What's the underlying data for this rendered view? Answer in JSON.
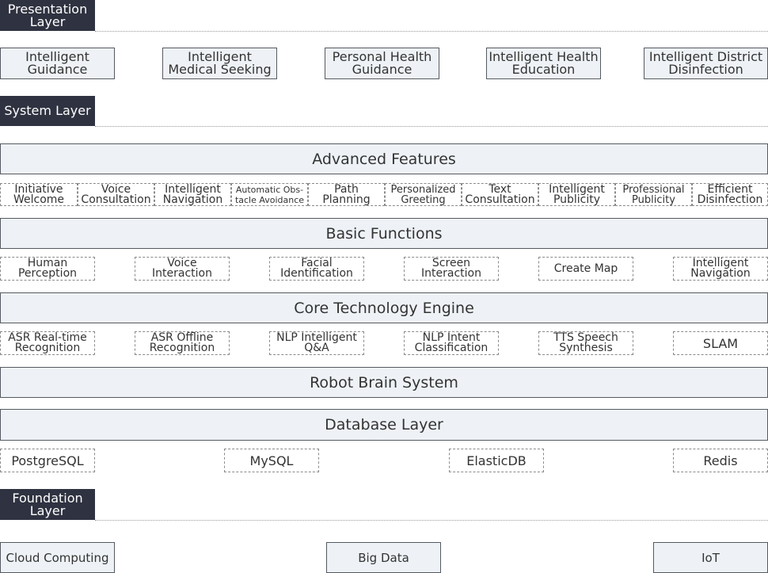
{
  "presentation": {
    "label": "Presentation\nLayer",
    "items": [
      "Intelligent\nGuidance",
      "Intelligent\nMedical Seeking",
      "Personal Health\nGuidance",
      "Intelligent Health\nEducation",
      "Intelligent District\nDisinfection"
    ]
  },
  "system": {
    "label": "System Layer",
    "advanced_features": {
      "title": "Advanced Features",
      "items": [
        "Initiative\nWelcome",
        "Voice\nConsultation",
        "Intelligent\nNavigation",
        "Automatic Obs-\ntacle Avoidance",
        "Path\nPlanning",
        "Personalized\nGreeting",
        "Text\nConsultation",
        "Intelligent\nPublicity",
        "Professional\nPublicity",
        "Efficient\nDisinfection"
      ]
    },
    "basic_functions": {
      "title": "Basic Functions",
      "items": [
        "Human\nPerception",
        "Voice\nInteraction",
        "Facial\nIdentification",
        "Screen\nInteraction",
        "Create Map",
        "Intelligent\nNavigation"
      ]
    },
    "core_engine": {
      "title": "Core Technology Engine",
      "items": [
        "ASR Real-time\nRecognition",
        "ASR Offline\nRecognition",
        "NLP Intelligent\nQ&A",
        "NLP Intent\nClassification",
        "TTS Speech\nSynthesis",
        "SLAM"
      ]
    },
    "robot_brain": {
      "title": "Robot Brain System"
    },
    "database": {
      "title": "Database Layer",
      "items": [
        "PostgreSQL",
        "MySQL",
        "ElasticDB",
        "Redis"
      ]
    }
  },
  "foundation": {
    "label": "Foundation\nLayer",
    "items": [
      "Cloud Computing",
      "Big Data",
      "IoT"
    ]
  }
}
